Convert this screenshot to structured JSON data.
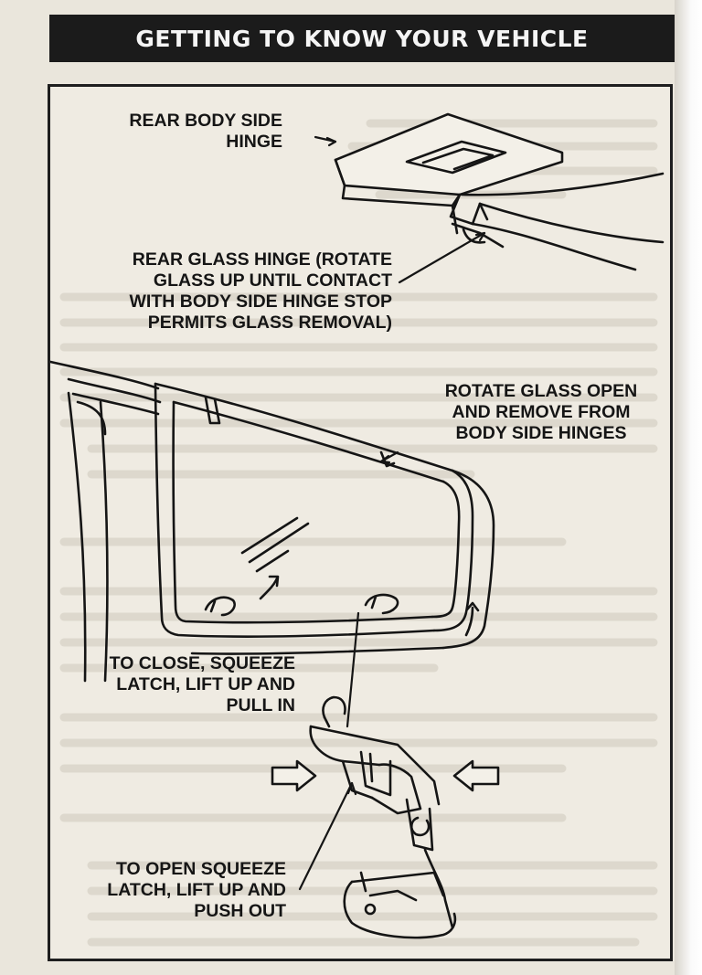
{
  "header": {
    "title": "GETTING TO KNOW YOUR VEHICLE"
  },
  "figure": {
    "callouts": {
      "rear_body_side_hinge": [
        "REAR BODY SIDE",
        "HINGE"
      ],
      "rear_glass_hinge": [
        "REAR GLASS HINGE (ROTATE",
        "GLASS UP UNTIL CONTACT",
        "WITH BODY SIDE HINGE STOP",
        "PERMITS GLASS REMOVAL)"
      ],
      "rotate_glass_open": [
        "ROTATE GLASS OPEN",
        "AND REMOVE FROM",
        "BODY SIDE HINGES"
      ],
      "to_close": [
        "TO CLOSE, SQUEEZE",
        "LATCH, LIFT UP AND",
        "PULL IN"
      ],
      "to_open": [
        "TO OPEN SQUEEZE",
        "LATCH, LIFT UP AND",
        "PUSH OUT"
      ]
    }
  },
  "colors": {
    "ink": "#151515",
    "paper": "#efebe2",
    "header_bg": "#1b1b1b",
    "header_text": "#f5f5f5"
  }
}
